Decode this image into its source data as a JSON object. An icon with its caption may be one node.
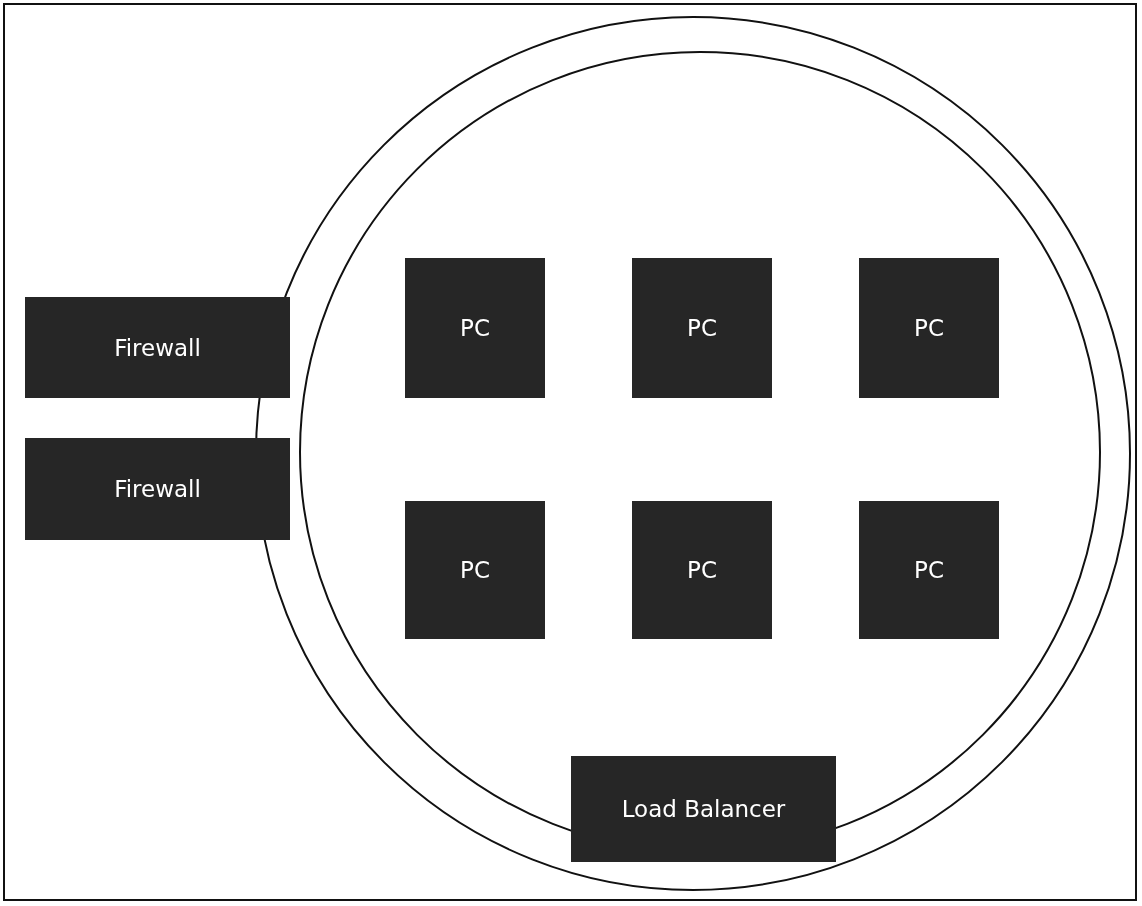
{
  "diagram": {
    "nodes": [
      {
        "text": [],
        "shape": "circle"
      },
      {
        "text": [],
        "shape": "circle",
        "in": 0
      },
      {
        "text": [
          "Firewall"
        ]
      },
      {
        "text": [
          "Firewall"
        ]
      },
      {
        "text": [
          "PC"
        ],
        "in": 1
      },
      {
        "text": [
          "PC"
        ],
        "in": 1
      },
      {
        "text": [
          "PC"
        ],
        "in": 1
      },
      {
        "text": [
          "PC"
        ],
        "in": 1
      },
      {
        "text": [
          "PC"
        ],
        "in": 1
      },
      {
        "text": [
          "PC"
        ],
        "in": 1
      },
      {
        "text": [
          "Load Balancer"
        ],
        "in": 0
      }
    ]
  }
}
